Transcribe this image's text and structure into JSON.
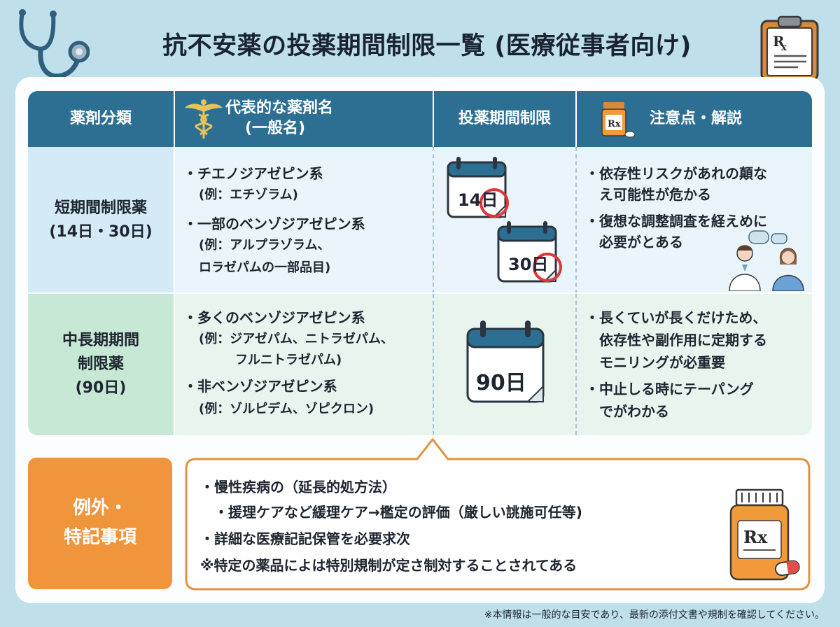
{
  "title": "抗不安薬の投薬期間制限一覧 (医療従事者向け)",
  "header": {
    "col1": "薬剤分類",
    "col2_line1": "代表的な薬剤名",
    "col2_line2": "(一般名)",
    "col3": "投薬期間制限",
    "col4": "注意点・解説"
  },
  "row1": {
    "category_line1": "短期間制限薬",
    "category_line2": "(14日・30日)",
    "drug1": "・チエノジアゼピン系",
    "drug1_ex": "(例：エチゾラム)",
    "drug2": "・一部のベンゾジアゼピン系",
    "drug2_ex1": "(例：アルプラゾラム、",
    "drug2_ex2": "ロラゼパムの一部品目)",
    "limit_a": "14日",
    "limit_b": "30日",
    "note1_l1": "・依存性リスクがあれの顛な",
    "note1_l2": "え可能性が危かる",
    "note2_l1": "・復想な調整調査を経えめに",
    "note2_l2": "必要がとある"
  },
  "row2": {
    "category_line1": "中長期期間",
    "category_line2": "制限薬",
    "category_line3": "(90日)",
    "drug1": "・多くのベンゾジアゼピン系",
    "drug1_ex1": "(例：ジアゼパム、ニトラゼパム、",
    "drug1_ex2": "フルニトラゼパム)",
    "drug2": "・非ベンゾジアゼピン系",
    "drug2_ex": "(例：ゾルピデム、ゾピクロン)",
    "limit": "90日",
    "note1_l1": "・長くていが長くだけため、",
    "note1_l2": "依存性や副作用に定期する",
    "note1_l3": "モニリングが必重要",
    "note2_l1": "・中止しる時にテーパング",
    "note2_l2": "でがわかる"
  },
  "exceptions": {
    "label_line1": "例外・",
    "label_line2": "特記事項",
    "item1": "・慢性疾病の（延長的処方法）",
    "item2": "・援理ケアなど緩理ケア→檻定の評価（厳しい誂施可任等)",
    "item3": "・詳細な医療記記保管を必要求次",
    "item4": "※特定の薬品によは特別規制が定さ制対することされてある"
  },
  "footnote": "※本情報は一般的な目安であり、最新の添付文書や規制を確認してください。",
  "icons": {
    "rx_label": "Rx"
  },
  "colors": {
    "header": "#2c6f93",
    "accent_orange": "#f0953b",
    "calendar_blue": "#2c6f93",
    "highlight_red": "#e0363a"
  }
}
